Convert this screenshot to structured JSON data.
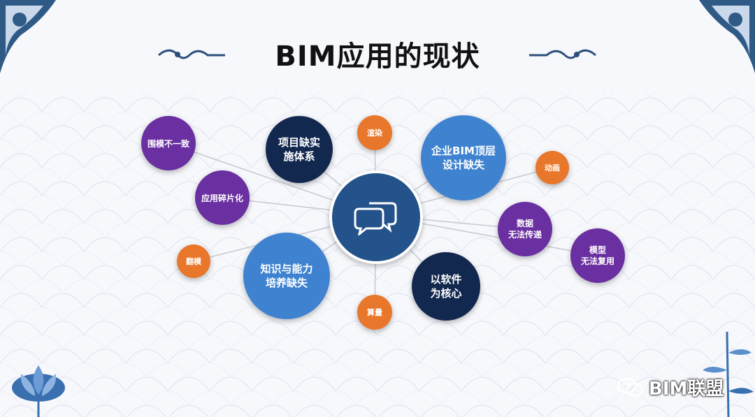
{
  "title": "BIM应用的现状",
  "nodes": [
    {
      "id": "n1",
      "label": "围模不一致",
      "color": "purple"
    },
    {
      "id": "n2",
      "label": "项目缺实\n施体系",
      "color": "navy"
    },
    {
      "id": "n3",
      "label": "渲染",
      "color": "orange"
    },
    {
      "id": "n4",
      "label": "企业BIM顶层\n设计缺失",
      "color": "blue"
    },
    {
      "id": "n5",
      "label": "动画",
      "color": "orange"
    },
    {
      "id": "n6",
      "label": "应用碎片化",
      "color": "purple"
    },
    {
      "id": "n7",
      "label": "数据\n无法传递",
      "color": "purple"
    },
    {
      "id": "n8",
      "label": "模型\n无法复用",
      "color": "purple"
    },
    {
      "id": "n9",
      "label": "翻模",
      "color": "orange"
    },
    {
      "id": "n10",
      "label": "知识与能力\n培养缺失",
      "color": "blue"
    },
    {
      "id": "n11",
      "label": "以软件\n为核心",
      "color": "navy"
    },
    {
      "id": "n12",
      "label": "算量",
      "color": "orange"
    }
  ],
  "watermark": {
    "text": "BIM联盟"
  },
  "colors": {
    "purple": "#6a2fa0",
    "navy": "#13284f",
    "orange": "#e8772b",
    "blue": "#3f83d0",
    "hub": "#24528a"
  }
}
